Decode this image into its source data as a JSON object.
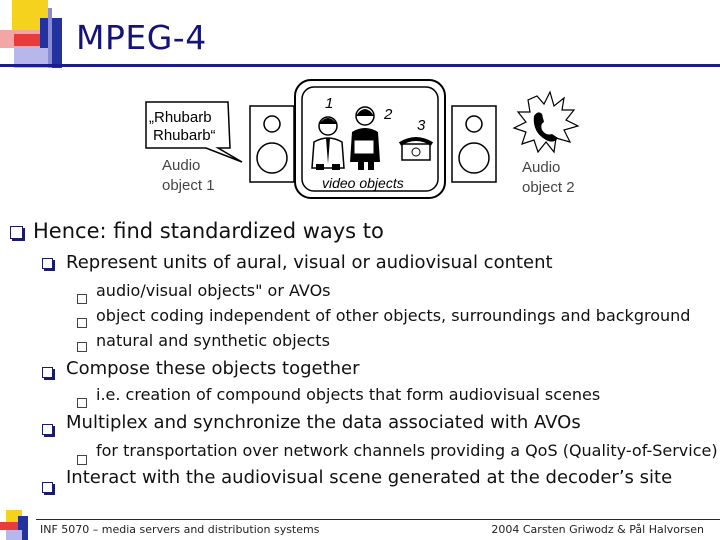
{
  "slide": {
    "title": "MPEG-4"
  },
  "figure": {
    "quote_line1": "„Rhubarb",
    "quote_line2": "Rhubarb“",
    "label_audio1_line1": "Audio",
    "label_audio1_line2": "object 1",
    "label_video": "video objects",
    "label_audio2_line1": "Audio",
    "label_audio2_line2": "object 2",
    "num1": "1",
    "num2": "2",
    "num3": "3"
  },
  "content": {
    "b1": "Hence: find standardized ways to",
    "b1_1": "Represent units of aural, visual or audiovisual content",
    "b1_1_1": "audio/visual objects\" or AVOs",
    "b1_1_2": "object coding independent of other objects, surroundings and background",
    "b1_1_3": "natural and synthetic objects",
    "b1_2": "Compose these objects together",
    "b1_2_1": "i.e. creation of compound objects that form audiovisual scenes",
    "b1_3": "Multiplex and synchronize the data associated with AVOs",
    "b1_3_1": "for transportation over network channels providing a QoS (Quality-of-Service)",
    "b1_4": "Interact with the audiovisual scene generated at the decoder’s site"
  },
  "footer": {
    "left": "INF 5070 – media servers and distribution systems",
    "right": "2004 Carsten Griwodz & Pål Halvorsen"
  },
  "colors": {
    "title": "#13137a",
    "rule": "#1c1c8a",
    "logo_red": "#e83c3c",
    "logo_yellow": "#f5d21e",
    "logo_blue": "#2233a0"
  }
}
